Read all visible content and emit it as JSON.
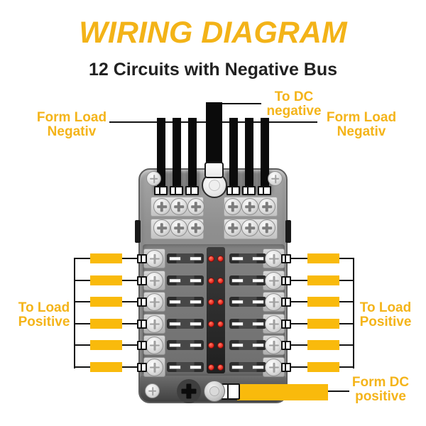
{
  "title": "WIRING DIAGRAM",
  "subtitle": "12 Circuits with Negative Bus",
  "colors": {
    "accent_yellow": "#F4B41A",
    "wire_yellow": "#F9BA0C",
    "led_red": "#E62A1F",
    "line_black": "#141414"
  },
  "annotations": {
    "form_load_negativ_left": {
      "line1": "Form Load",
      "line2": "Negativ"
    },
    "to_dc_negative": {
      "line1": "To DC",
      "line2": "negative"
    },
    "form_load_negativ_right": {
      "line1": "Form Load",
      "line2": "Negativ"
    },
    "to_load_positive_left": {
      "line1": "To Load",
      "line2": "Positive"
    },
    "to_load_positive_right": {
      "line1": "To Load",
      "line2": "Positive"
    },
    "form_dc_positive": {
      "line1": "Form DC",
      "line2": "positive"
    }
  },
  "fuse_block": {
    "circuit_rows": 6,
    "fuses_per_row": 2,
    "leds_per_row": 2,
    "negative_bus_rows": 2,
    "negative_bus_screws_per_side_row": 3,
    "top_negative_side_wires": 6,
    "main_negative_wire": 1,
    "side_positive_wires": 12,
    "positive_terminal_symbol": "plus-icon",
    "led_indicator_icon": "led-dot-icon",
    "screw_icon": "phillips-screw-icon"
  }
}
